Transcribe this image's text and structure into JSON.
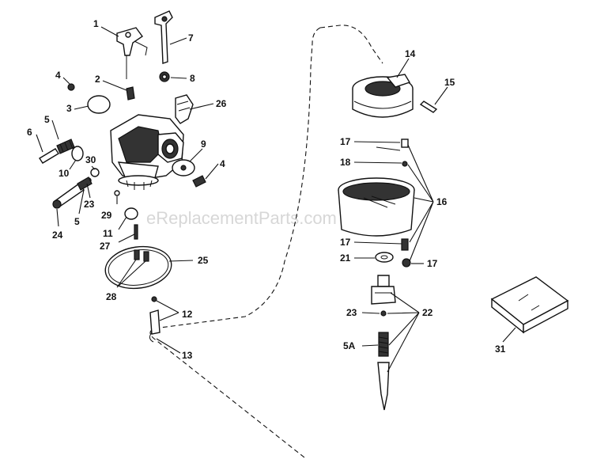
{
  "watermark": "eReplacementParts.com",
  "colors": {
    "ink": "#111111",
    "paper": "#ffffff",
    "watermark": "#d7d7d7"
  },
  "callouts": [
    {
      "id": "c-1",
      "label": "1"
    },
    {
      "id": "c-7",
      "label": "7"
    },
    {
      "id": "c-4a",
      "label": "4"
    },
    {
      "id": "c-2",
      "label": "2"
    },
    {
      "id": "c-8",
      "label": "8"
    },
    {
      "id": "c-3",
      "label": "3"
    },
    {
      "id": "c-26",
      "label": "26"
    },
    {
      "id": "c-5a",
      "label": "5"
    },
    {
      "id": "c-6",
      "label": "6"
    },
    {
      "id": "c-9",
      "label": "9"
    },
    {
      "id": "c-10",
      "label": "10"
    },
    {
      "id": "c-30",
      "label": "30"
    },
    {
      "id": "c-4b",
      "label": "4"
    },
    {
      "id": "c-23a",
      "label": "23"
    },
    {
      "id": "c-29",
      "label": "29"
    },
    {
      "id": "c-5b",
      "label": "5"
    },
    {
      "id": "c-24",
      "label": "24"
    },
    {
      "id": "c-11",
      "label": "11"
    },
    {
      "id": "c-27",
      "label": "27"
    },
    {
      "id": "c-25",
      "label": "25"
    },
    {
      "id": "c-28",
      "label": "28"
    },
    {
      "id": "c-12",
      "label": "12"
    },
    {
      "id": "c-13",
      "label": "13"
    },
    {
      "id": "c-14",
      "label": "14"
    },
    {
      "id": "c-15",
      "label": "15"
    },
    {
      "id": "c-17a",
      "label": "17"
    },
    {
      "id": "c-18",
      "label": "18"
    },
    {
      "id": "c-16",
      "label": "16"
    },
    {
      "id": "c-17b",
      "label": "17"
    },
    {
      "id": "c-21",
      "label": "21"
    },
    {
      "id": "c-17c",
      "label": "17"
    },
    {
      "id": "c-23b",
      "label": "23"
    },
    {
      "id": "c-22",
      "label": "22"
    },
    {
      "id": "c-5A",
      "label": "5A"
    },
    {
      "id": "c-31",
      "label": "31"
    }
  ]
}
